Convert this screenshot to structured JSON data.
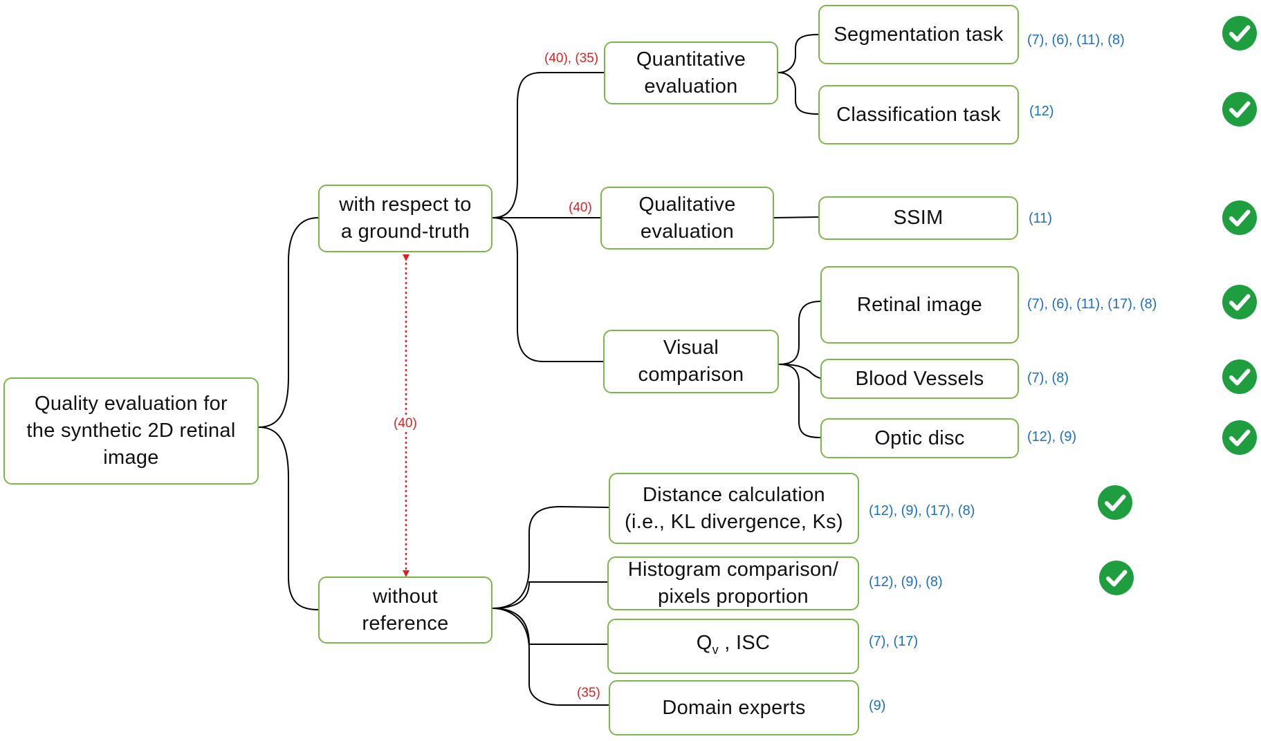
{
  "nodes": {
    "root": {
      "lines": [
        "Quality evaluation for",
        "the synthetic 2D retinal",
        "image"
      ]
    },
    "with_gt": {
      "lines": [
        "with respect to",
        "a ground-truth"
      ]
    },
    "without_ref": {
      "lines": [
        "without",
        "reference"
      ]
    },
    "quantitative": {
      "lines": [
        "Quantitative",
        "evaluation"
      ]
    },
    "qualitative": {
      "lines": [
        "Qualitative",
        "evaluation"
      ]
    },
    "visual": {
      "lines": [
        "Visual",
        "comparison"
      ]
    },
    "segmentation": {
      "lines": [
        "Segmentation task"
      ]
    },
    "classification": {
      "lines": [
        "Classification task"
      ]
    },
    "ssim": {
      "lines": [
        "SSIM"
      ]
    },
    "retinal_image": {
      "lines": [
        "Retinal image"
      ]
    },
    "blood_vessels": {
      "lines": [
        "Blood Vessels"
      ]
    },
    "optic_disc": {
      "lines": [
        "Optic disc"
      ]
    },
    "distance": {
      "lines": [
        "Distance calculation",
        "(i.e., KL divergence, Ks)"
      ]
    },
    "histogram": {
      "lines": [
        "Histogram comparison/",
        "pixels proportion"
      ]
    },
    "qv_isc": {
      "q": "Q",
      "sub": "v",
      "rest": " , ISC"
    },
    "domain_experts": {
      "lines": [
        "Domain experts"
      ]
    }
  },
  "refs": {
    "segmentation": "(7), (6), (11), (8)",
    "classification": "(12)",
    "ssim": "(11)",
    "retinal_image": "(7), (6), (11), (17), (8)",
    "blood_vessels": "(7), (8)",
    "optic_disc": "(12), (9)",
    "distance": "(12), (9), (17), (8)",
    "histogram": "(12), (9), (8)",
    "qv_isc": "(7), (17)",
    "domain_experts": "(9)",
    "quantitative_link": "(40), (35)",
    "qualitative_link": "(40)",
    "gt_vs_noref_link": "(40)",
    "domain_experts_link": "(35)"
  },
  "checkmarks": [
    "segmentation",
    "classification",
    "ssim",
    "retinal_image",
    "blood_vessels",
    "optic_disc",
    "distance",
    "histogram"
  ],
  "colors": {
    "node_border": "#7ab648",
    "connector": "#000000",
    "ref_blue": "#1b6fc2",
    "ref_red": "#e02020",
    "dotted_arrow": "#e02020",
    "check_fill": "#1e9e3e"
  }
}
